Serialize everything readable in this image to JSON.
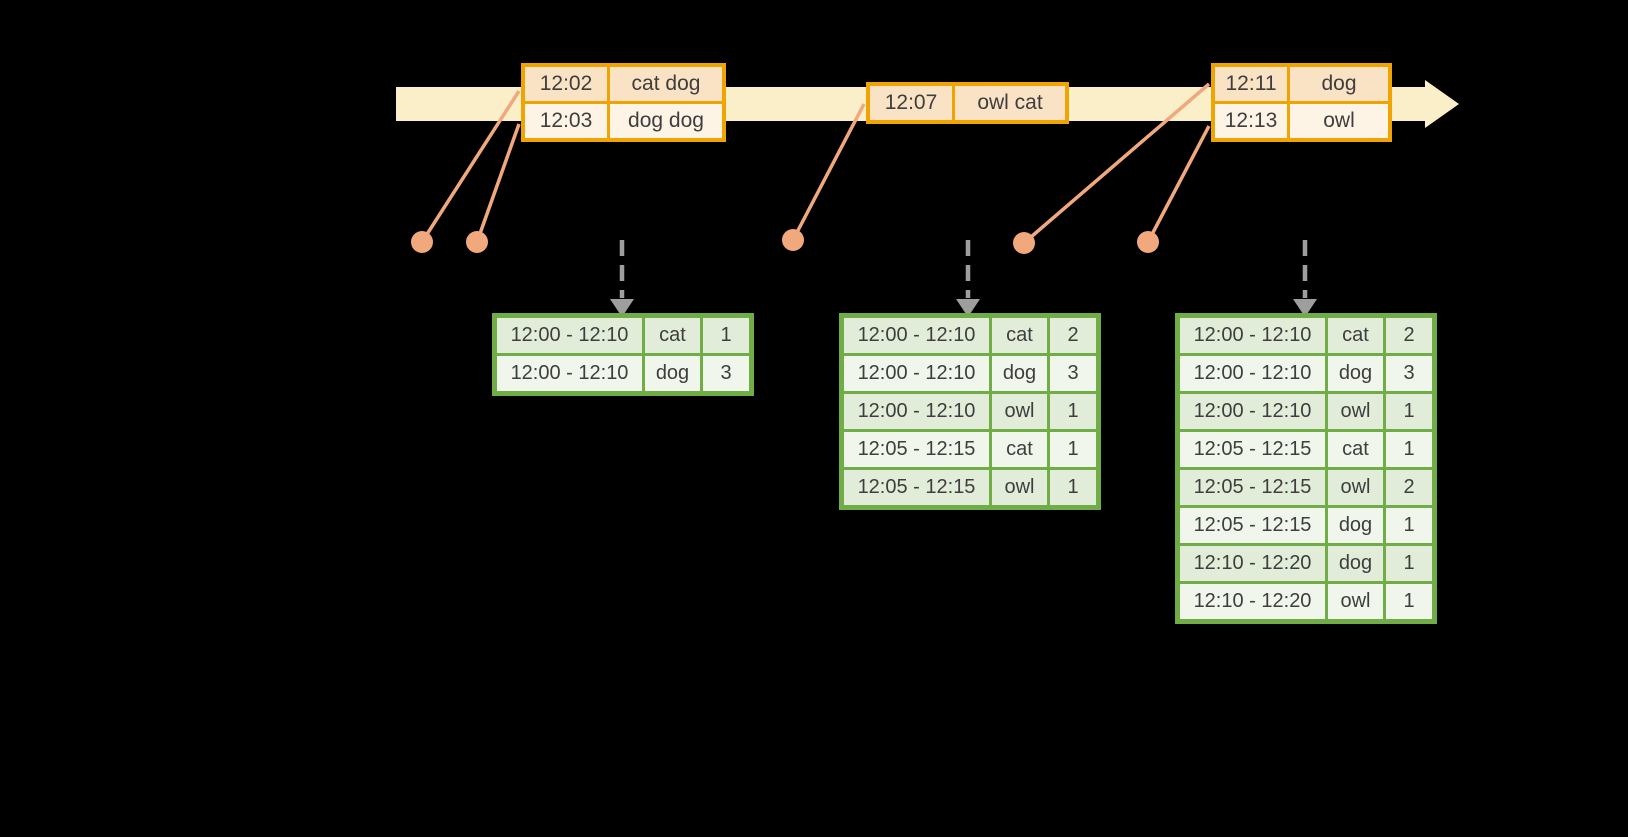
{
  "diagram": {
    "background_color": "#000000",
    "colors": {
      "timeline_band": "#FBEFC9",
      "event_table_border": "#F0A402",
      "event_row_dark": "#FAE2C4",
      "event_row_light": "#FEF4E6",
      "connector_line": "#F0A87C",
      "event_dot": "#F0A87C",
      "result_table_border": "#70AD47",
      "result_row_dark": "#E2EDD9",
      "result_row_light": "#F1F6EC",
      "trigger_arrow": "#9E9E9E",
      "text": "#3E3E3E"
    },
    "icons": {
      "timeline_arrowhead": "right-arrow",
      "trigger_arrows": "dashed-down-arrow"
    },
    "event_tables": [
      {
        "rows": [
          {
            "time": "12:02",
            "words": "cat dog"
          },
          {
            "time": "12:03",
            "words": "dog dog"
          }
        ]
      },
      {
        "rows": [
          {
            "time": "12:07",
            "words": "owl cat"
          }
        ]
      },
      {
        "rows": [
          {
            "time": "12:11",
            "words": "dog"
          },
          {
            "time": "12:13",
            "words": "owl"
          }
        ]
      }
    ],
    "result_tables": [
      {
        "rows": [
          {
            "window": "12:00 - 12:10",
            "word": "cat",
            "count": "1"
          },
          {
            "window": "12:00 - 12:10",
            "word": "dog",
            "count": "3"
          }
        ]
      },
      {
        "rows": [
          {
            "window": "12:00 - 12:10",
            "word": "cat",
            "count": "2"
          },
          {
            "window": "12:00 - 12:10",
            "word": "dog",
            "count": "3"
          },
          {
            "window": "12:00 - 12:10",
            "word": "owl",
            "count": "1"
          },
          {
            "window": "12:05 - 12:15",
            "word": "cat",
            "count": "1"
          },
          {
            "window": "12:05 - 12:15",
            "word": "owl",
            "count": "1"
          }
        ]
      },
      {
        "rows": [
          {
            "window": "12:00 - 12:10",
            "word": "cat",
            "count": "2"
          },
          {
            "window": "12:00 - 12:10",
            "word": "dog",
            "count": "3"
          },
          {
            "window": "12:00 - 12:10",
            "word": "owl",
            "count": "1"
          },
          {
            "window": "12:05 - 12:15",
            "word": "cat",
            "count": "1"
          },
          {
            "window": "12:05 - 12:15",
            "word": "owl",
            "count": "2"
          },
          {
            "window": "12:05 - 12:15",
            "word": "dog",
            "count": "1"
          },
          {
            "window": "12:10 - 12:20",
            "word": "dog",
            "count": "1"
          },
          {
            "window": "12:10 - 12:20",
            "word": "owl",
            "count": "1"
          }
        ]
      }
    ]
  }
}
